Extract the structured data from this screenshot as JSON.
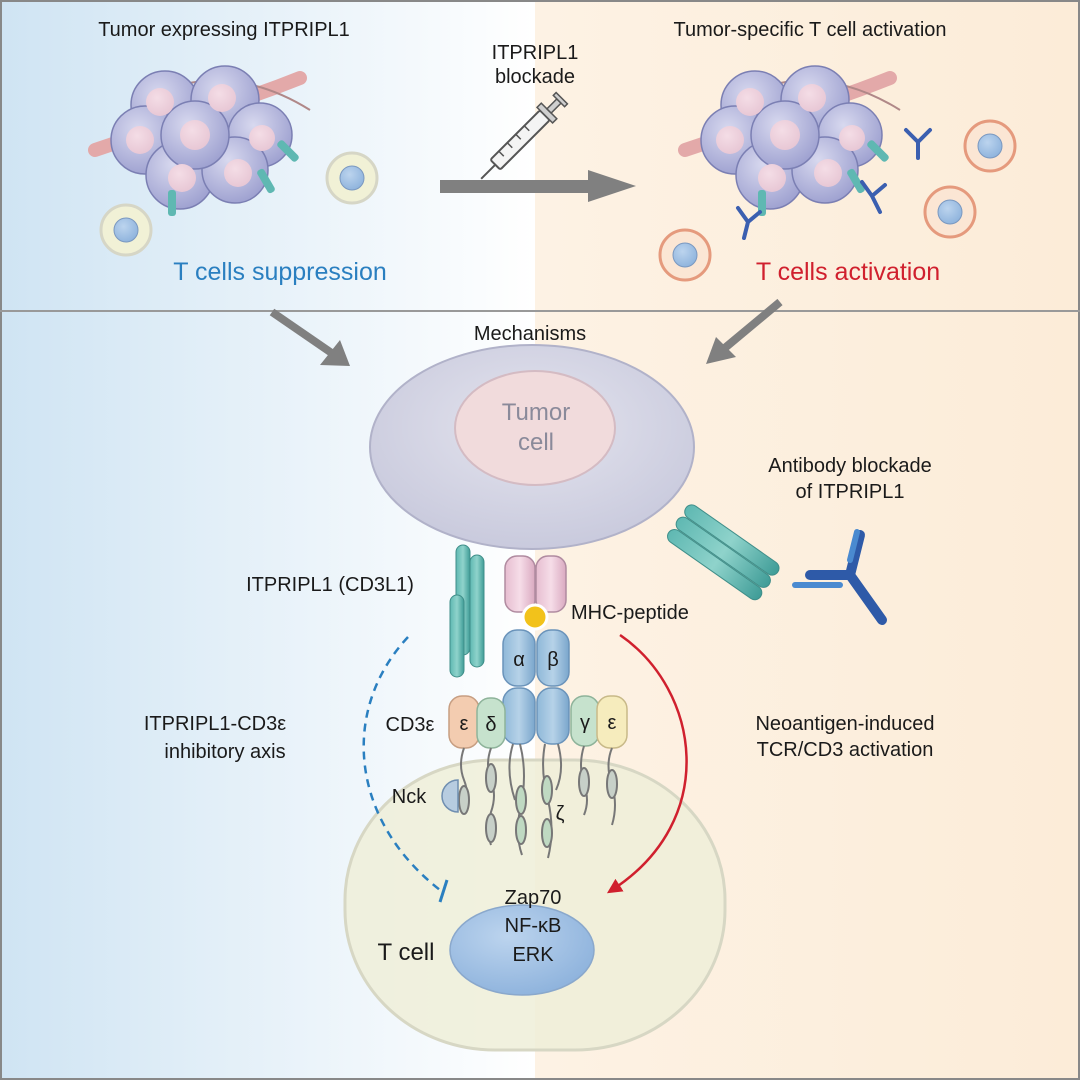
{
  "top_left": {
    "title": "Tumor expressing ITPRIPL1",
    "status": "T cells suppression"
  },
  "blockade": {
    "line1": "ITPRIPL1",
    "line2": "blockade"
  },
  "top_right": {
    "title": "Tumor-specific T cell activation",
    "status": "T cells activation"
  },
  "mechanisms": {
    "title": "Mechanisms",
    "tumor_line1": "Tumor",
    "tumor_line2": "cell",
    "antibody_line1": "Antibody blockade",
    "antibody_line2": "of ITPRIPL1",
    "itpripl1_label": "ITPRIPL1 (CD3L1)",
    "mhc_label": "MHC-peptide",
    "alpha": "α",
    "beta": "β",
    "cd3e_label": "CD3ε",
    "epsilon": "ε",
    "delta": "δ",
    "gamma": "γ",
    "epsilon2": "ε",
    "nck_label": "Nck",
    "zeta": "ζ",
    "inhib_line1": "ITPRIPL1-CD3ε",
    "inhib_line2": "inhibitory axis",
    "neo_line1": "Neoantigen-induced",
    "neo_line2": "TCR/CD3 activation",
    "tcell_label": "T cell",
    "zap70": "Zap70",
    "nfkb": "NF-κB",
    "erk": "ERK"
  },
  "colors": {
    "suppression_blue": "#2a7fc0",
    "activation_red": "#d0202e",
    "arrow_gray": "#808080"
  }
}
